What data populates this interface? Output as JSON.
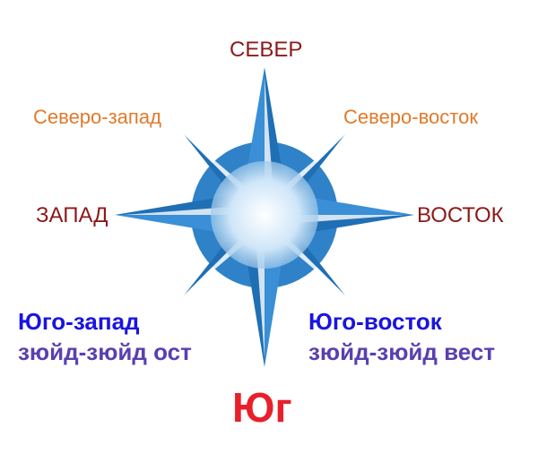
{
  "labels": {
    "north": "СЕВЕР",
    "northwest": "Северо-запад",
    "northeast": "Северо-восток",
    "west": "ЗАПАД",
    "east": "ВОСТОК",
    "southwest": "Юго-запад",
    "southwest_sub": "зюйд-зюйд ост",
    "southeast": "Юго-восток",
    "southeast_sub": "зюйд-зюйд вест",
    "south": "Юг"
  },
  "colors": {
    "cardinal_text": "#8b1a1a",
    "intercardinal_text": "#e07a2a",
    "lower_title_text": "#1a14e0",
    "lower_sub_text": "#5a3fb0",
    "south_text": "#e8202a",
    "rose_dark": "#1f6fb5",
    "rose_mid": "#3a8fd6",
    "rose_light": "#ffffff"
  }
}
